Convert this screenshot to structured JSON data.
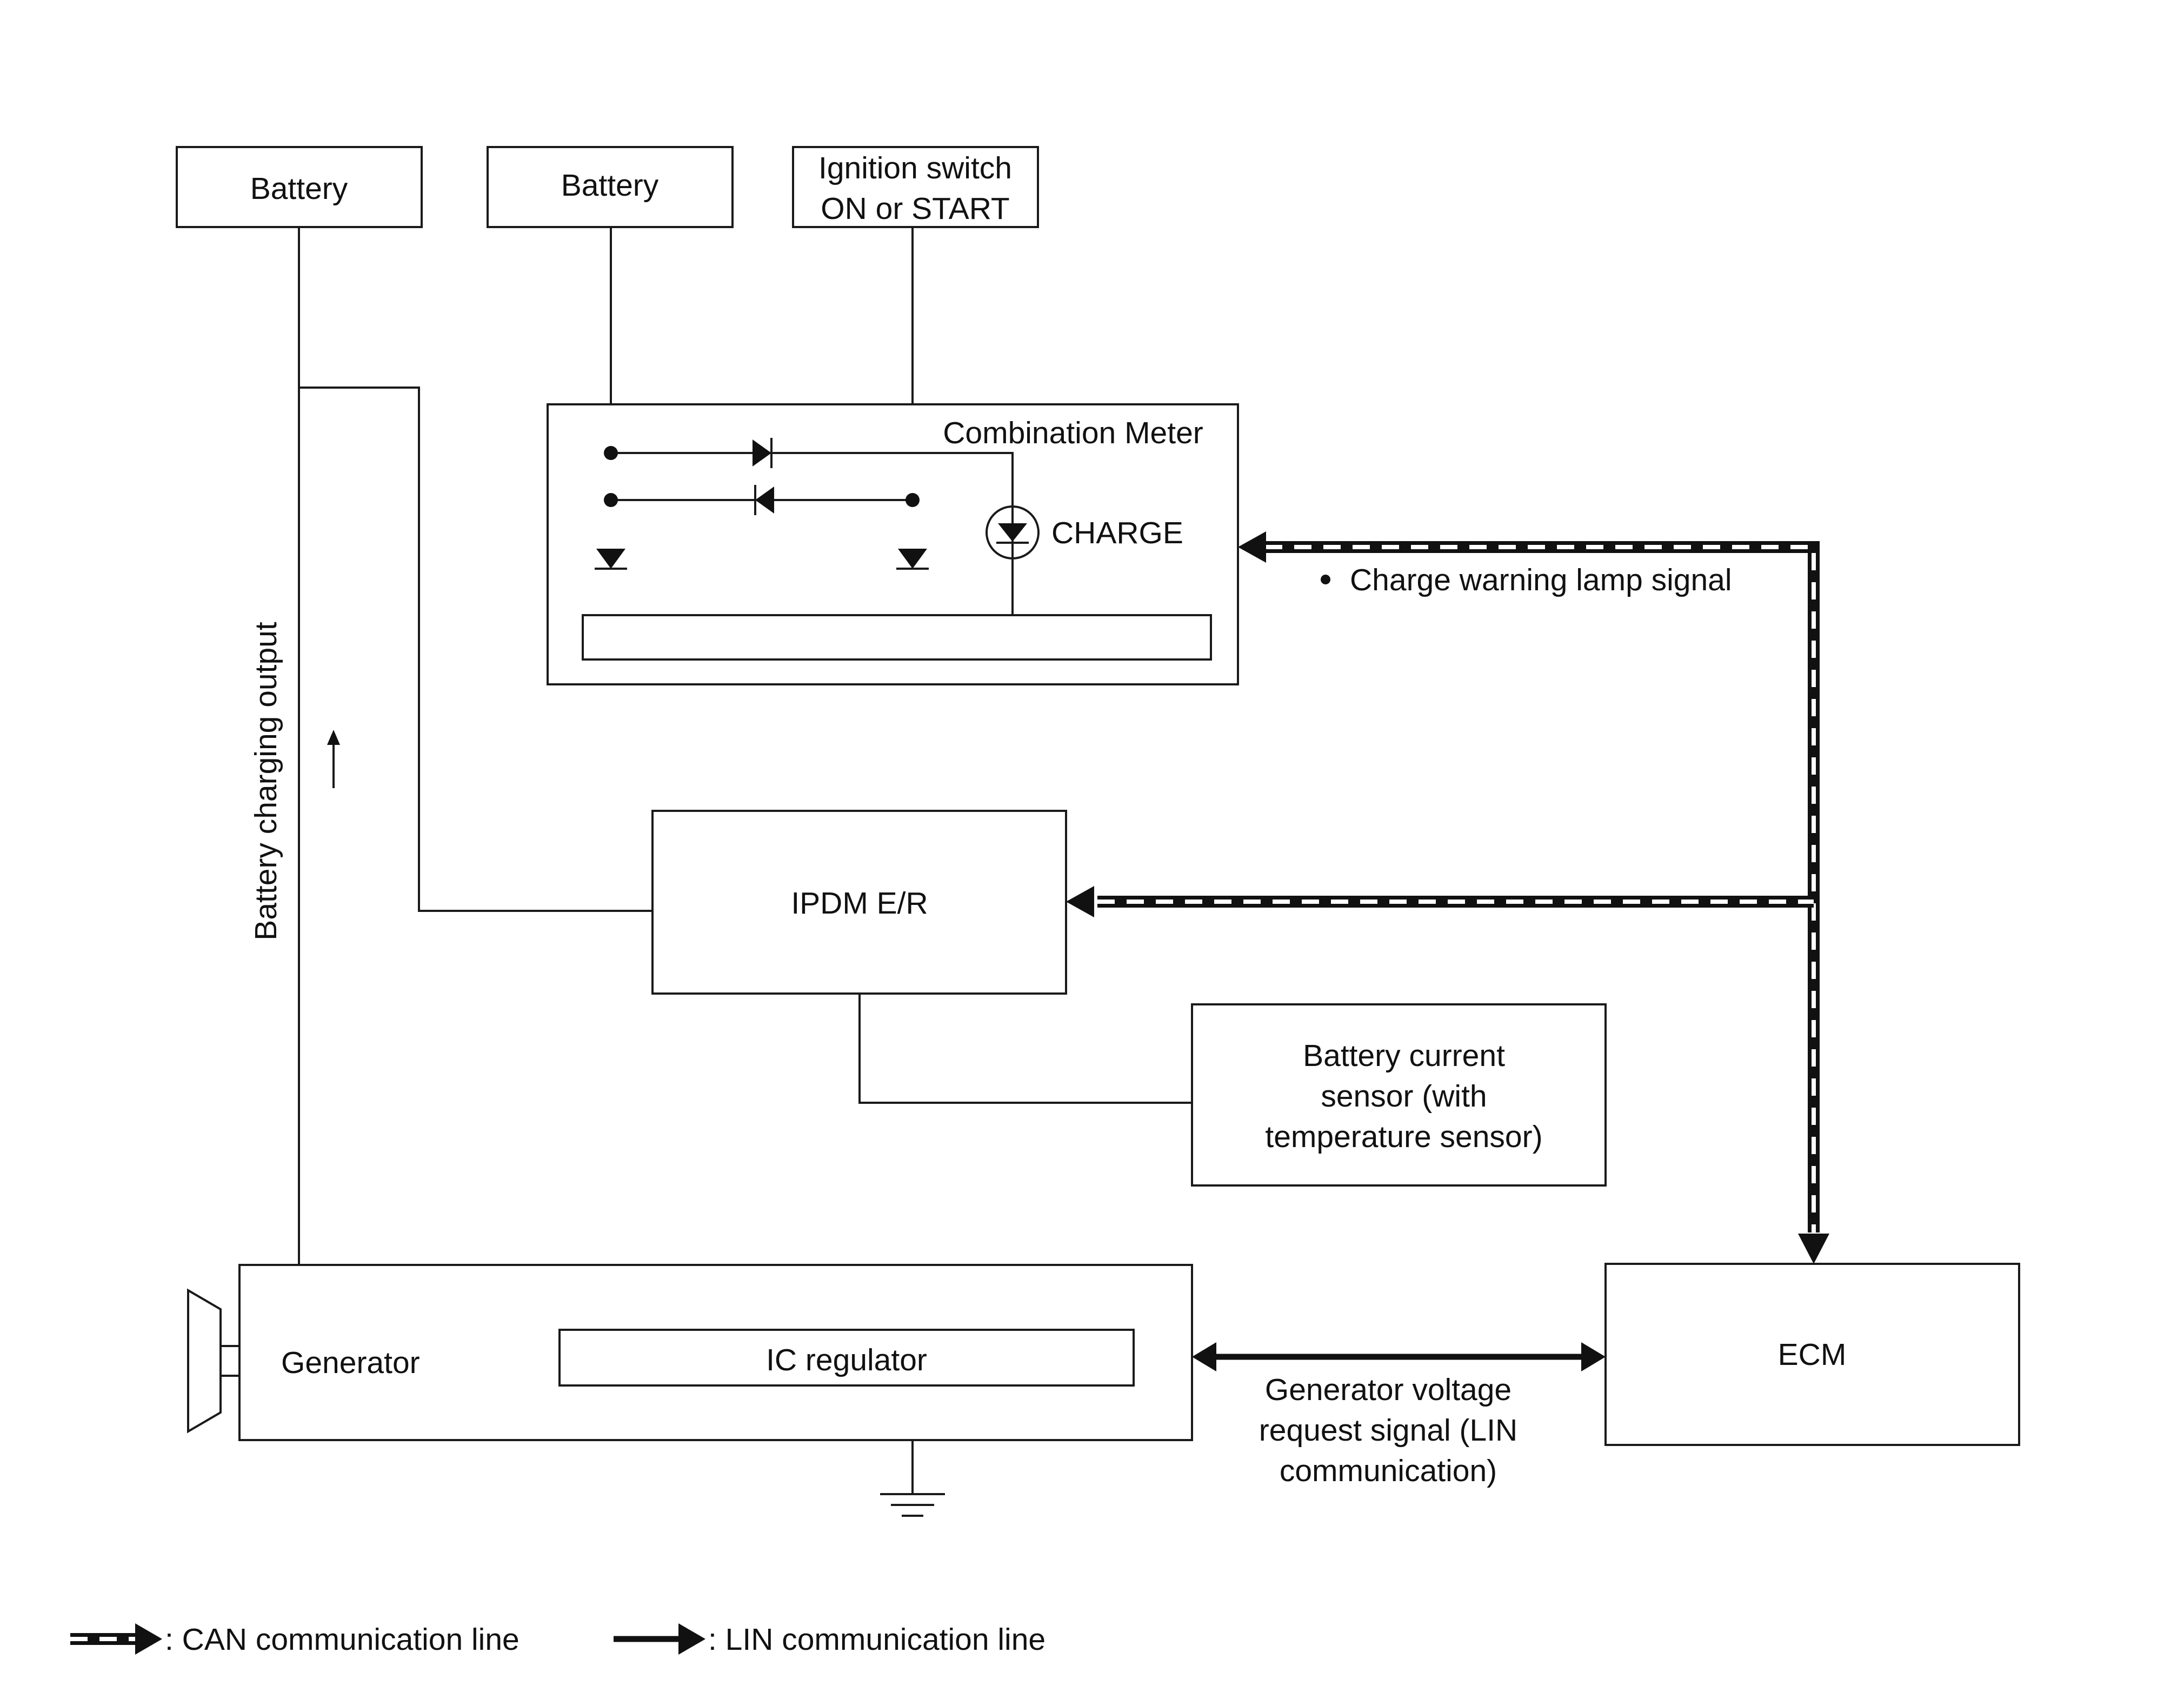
{
  "blocks": {
    "battery_1": "Battery",
    "battery_2": "Battery",
    "ignition_line1": "Ignition switch",
    "ignition_line2": "ON or START",
    "combination_meter": "Combination Meter",
    "charge_lamp": "CHARGE",
    "ipdm": "IPDM E/R",
    "sensor_line1": "Battery current",
    "sensor_line2": "sensor (with",
    "sensor_line3": "temperature sensor)",
    "generator": "Generator",
    "ic_regulator": "IC regulator",
    "ecm": "ECM"
  },
  "signals": {
    "battery_charging_output": "Battery charging output",
    "charge_warning_lamp_signal": "Charge warning lamp signal",
    "generator_voltage_line1": "Generator voltage",
    "generator_voltage_line2": "request signal (LIN",
    "generator_voltage_line3": "communication)"
  },
  "legend": {
    "can": ": CAN communication line",
    "lin": ": LIN communication line"
  },
  "colors": {
    "line": "#1a1a1a",
    "background": "#ffffff"
  }
}
